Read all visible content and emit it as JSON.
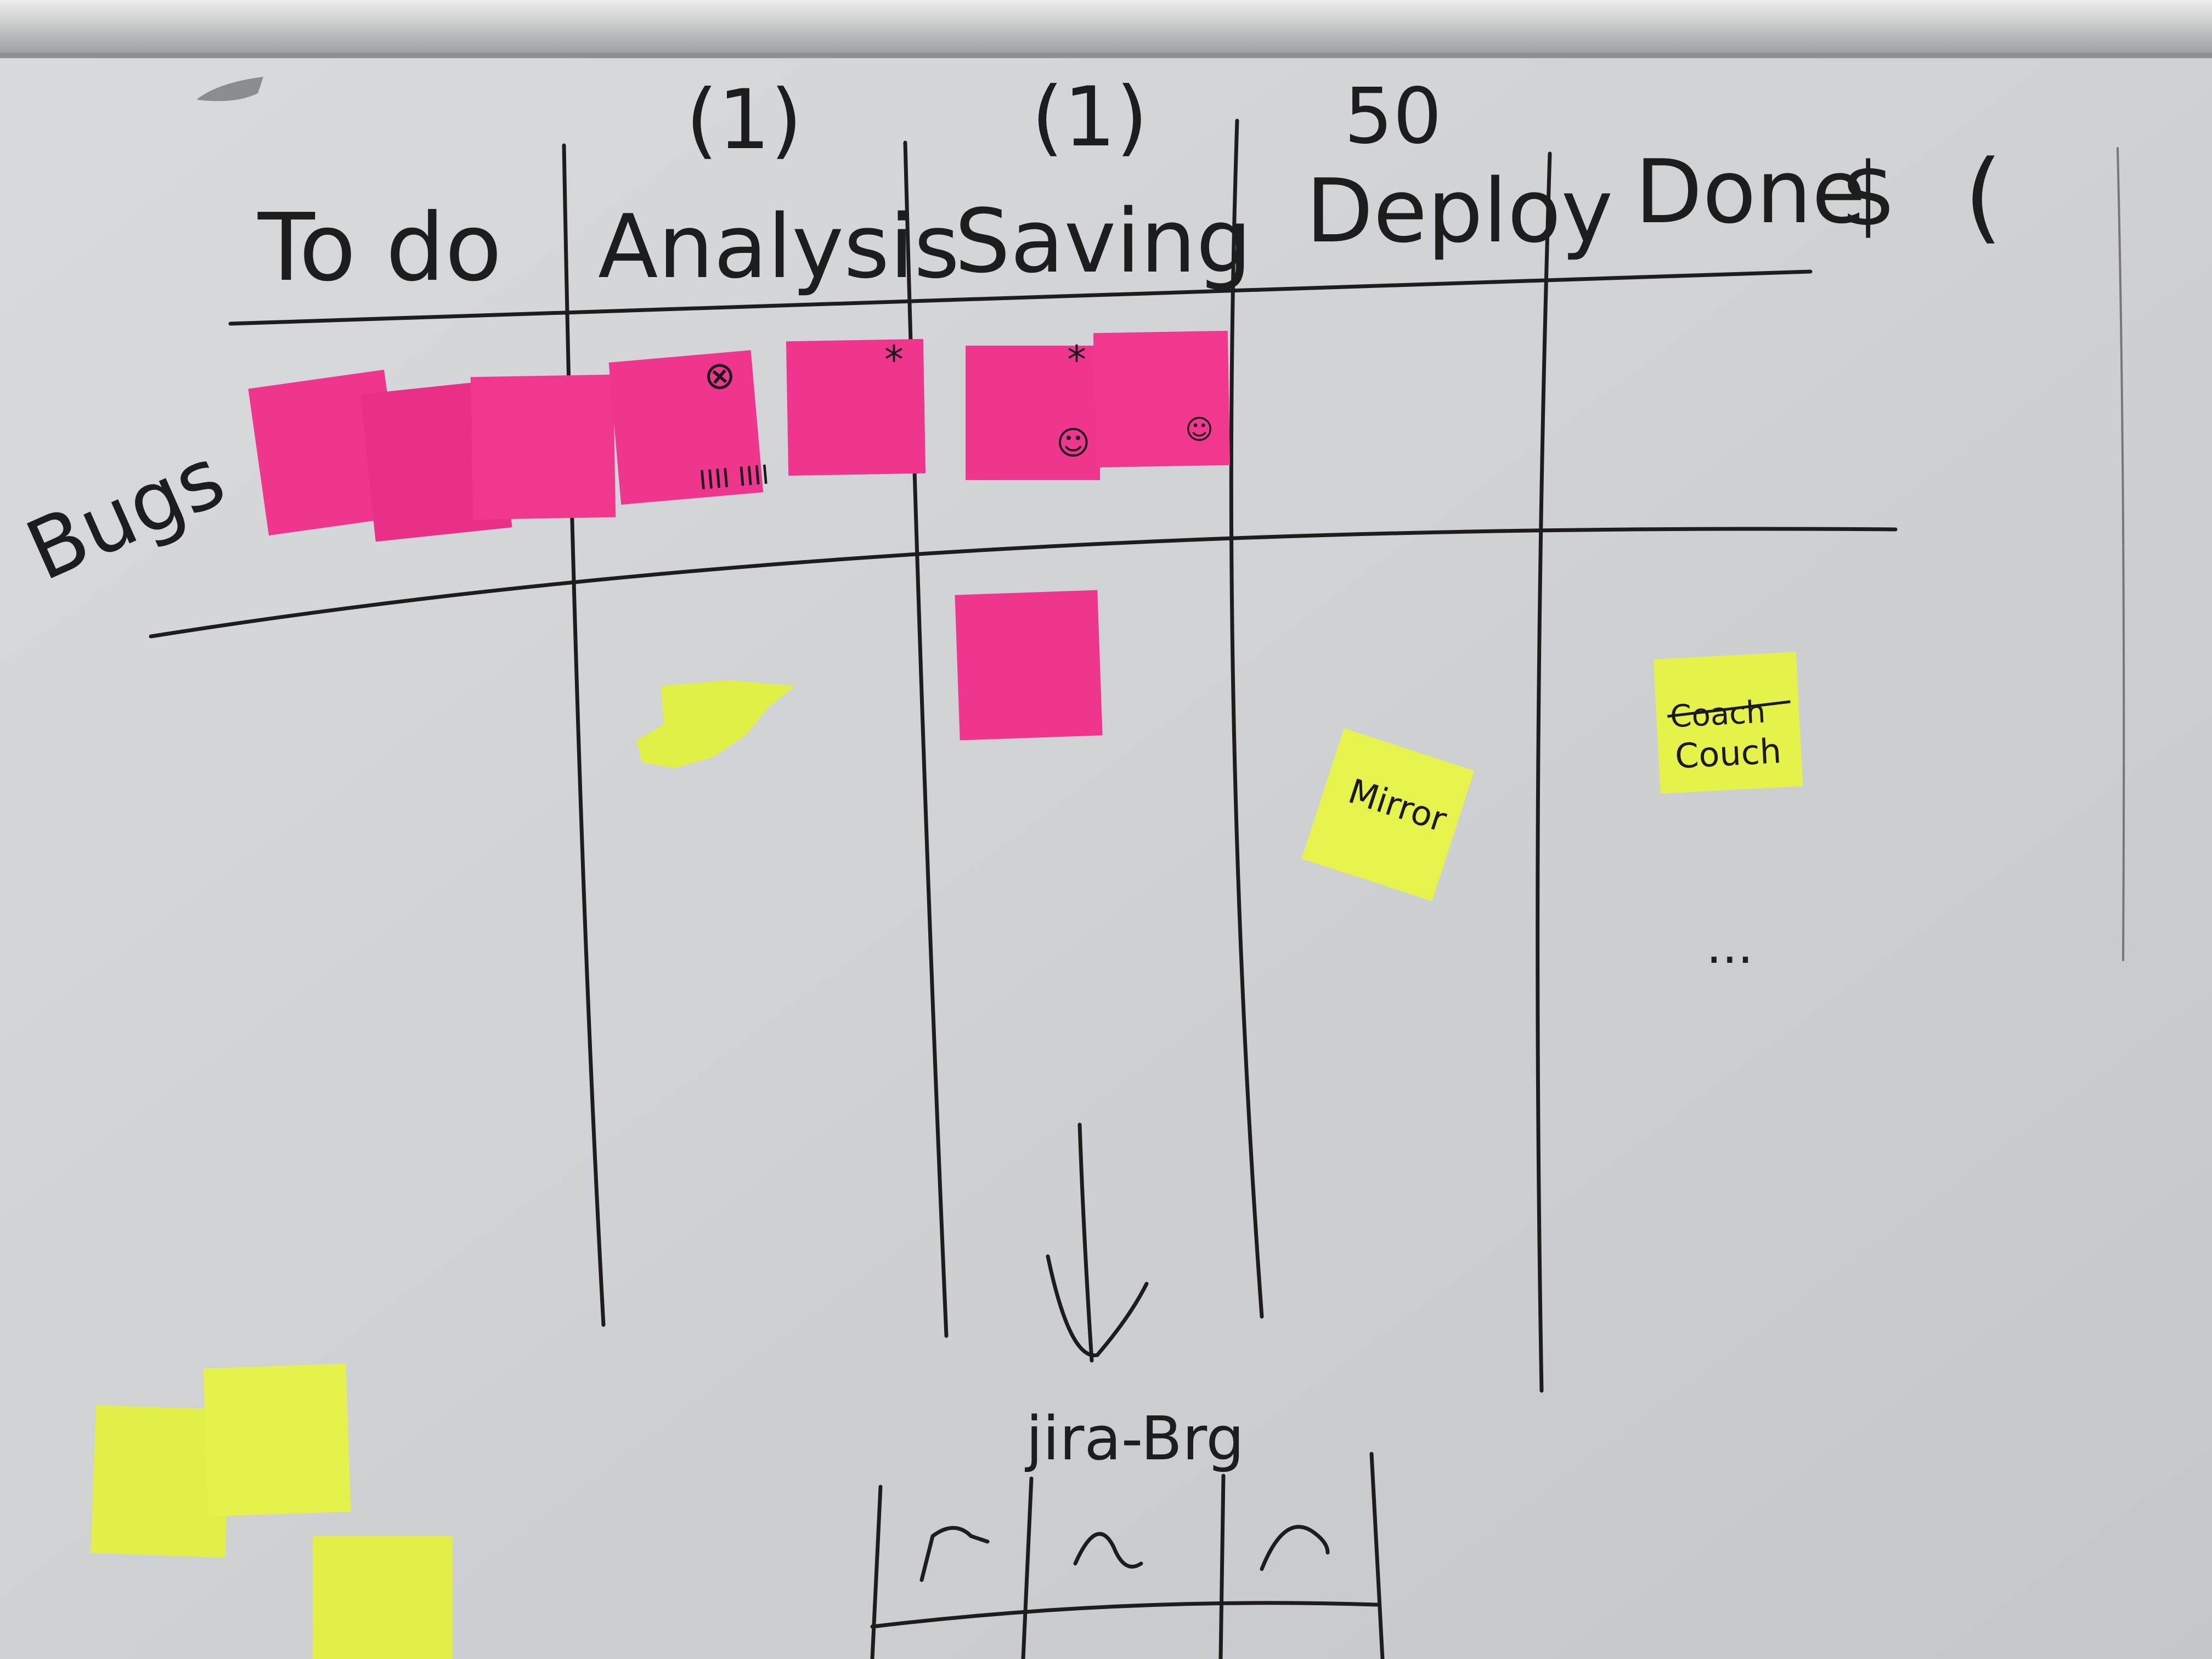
{
  "board": {
    "columns": [
      {
        "label": "To do",
        "wip": ""
      },
      {
        "label": "Analysis",
        "wip": "(1)"
      },
      {
        "label": "Saving",
        "wip": "(1)"
      },
      {
        "label": "Deploy",
        "wip": "50"
      },
      {
        "label": "Done",
        "wip": ""
      }
    ],
    "done_symbol": "$",
    "paren_mark": "(",
    "row_label": "Bugs",
    "ellipsis": "...",
    "colors": {
      "board": "#d3d6d8",
      "marker": "#1d1d1d",
      "pink_note": "#f0358f",
      "yellow_note": "#e4f24a"
    }
  },
  "notes": {
    "mirror": "Mirror",
    "couch_struck": "Coach",
    "couch": "Couch",
    "tally": "IIII IIII",
    "smiley": "☺",
    "asterisk": "*",
    "circle_x": "⊗"
  },
  "diagram": {
    "title": "jira-Brg",
    "arrow_icon": "down-arrow"
  }
}
